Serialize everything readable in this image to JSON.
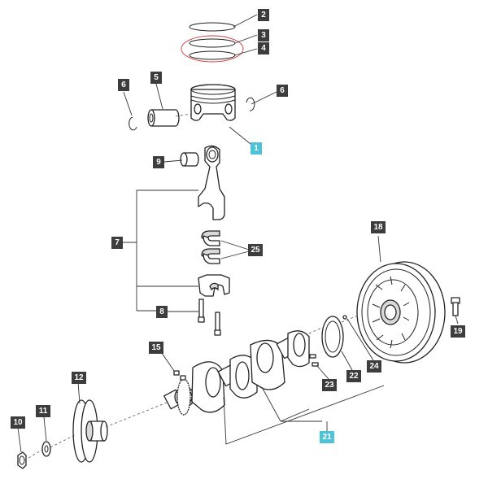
{
  "colors": {
    "callout_default": "#3d3d3d",
    "callout_highlight": "#4ec3d8",
    "callout_text": "#ffffff",
    "ring_highlight": "#d43a3a"
  },
  "callouts": [
    {
      "id": "c1",
      "label": "1",
      "highlight": true
    },
    {
      "id": "c2",
      "label": "2",
      "highlight": false
    },
    {
      "id": "c3",
      "label": "3",
      "highlight": false
    },
    {
      "id": "c4",
      "label": "4",
      "highlight": false
    },
    {
      "id": "c5",
      "label": "5",
      "highlight": false
    },
    {
      "id": "c6a",
      "label": "6",
      "highlight": false
    },
    {
      "id": "c6b",
      "label": "6",
      "highlight": false
    },
    {
      "id": "c7",
      "label": "7",
      "highlight": false
    },
    {
      "id": "c8",
      "label": "8",
      "highlight": false
    },
    {
      "id": "c9",
      "label": "9",
      "highlight": false
    },
    {
      "id": "c10",
      "label": "10",
      "highlight": false
    },
    {
      "id": "c11",
      "label": "11",
      "highlight": false
    },
    {
      "id": "c12",
      "label": "12",
      "highlight": false
    },
    {
      "id": "c15",
      "label": "15",
      "highlight": false
    },
    {
      "id": "c18",
      "label": "18",
      "highlight": false
    },
    {
      "id": "c19",
      "label": "19",
      "highlight": false
    },
    {
      "id": "c21",
      "label": "21",
      "highlight": true
    },
    {
      "id": "c22",
      "label": "22",
      "highlight": false
    },
    {
      "id": "c23",
      "label": "23",
      "highlight": false
    },
    {
      "id": "c24",
      "label": "24",
      "highlight": false
    },
    {
      "id": "c25",
      "label": "25",
      "highlight": false
    }
  ]
}
